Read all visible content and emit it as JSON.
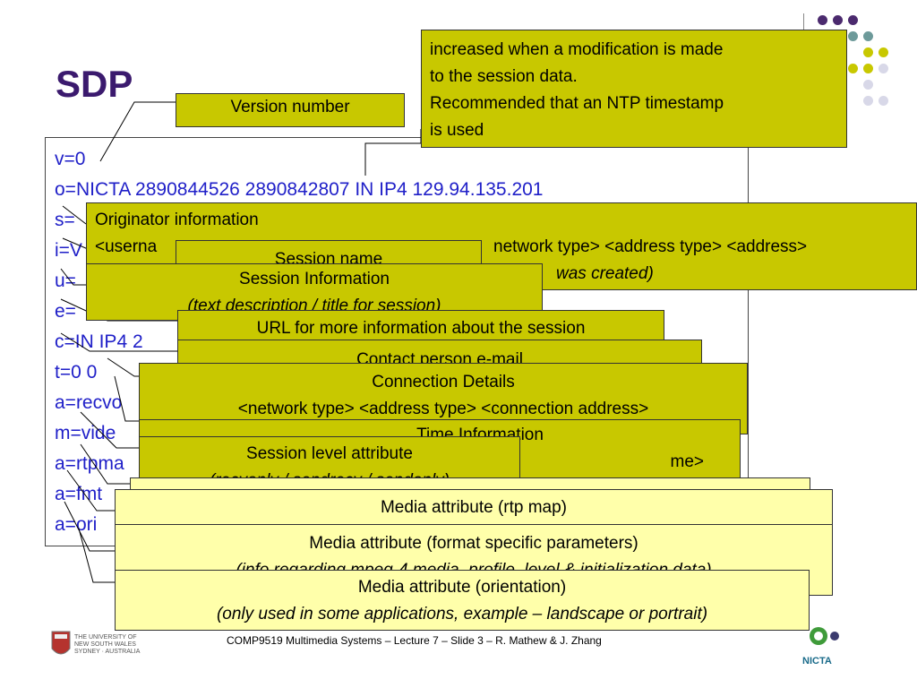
{
  "slide": {
    "title": "SDP",
    "footer": "COMP9519 Multimedia Systems – Lecture 7 – Slide 3 – R. Mathew & J. Zhang",
    "logos": {
      "unsw_text": "THE UNIVERSITY OF NEW SOUTH WALES SYDNEY · AUSTRALIA",
      "nicta_text": "NICTA"
    }
  },
  "sdp_lines": [
    "v=0",
    "o=NICTA 2890844526 2890842807 IN IP4 129.94.135.201",
    "s=",
    "i=V",
    "u=",
    "e=",
    "c=IN IP4 2",
    "t=0 0",
    "a=recvo",
    "m=vide",
    "a=rtpma",
    "a=fmt",
    "a=ori"
  ],
  "callouts": {
    "version": "Version number",
    "timestamp": [
      "increased when a modification is made",
      "to the session data.",
      "Recommended that an NTP timestamp",
      "is used"
    ],
    "originator_title": "Originator information",
    "originator_line": "<userna",
    "originator_line_right": "network type> <address type> <address>",
    "originator_line2_right": "was created)",
    "session_name": "Session name",
    "session_info_title": "Session Information",
    "session_info_sub": "(text description / title for session)",
    "url": "URL for more information about the session",
    "contact": "Contact person e-mail",
    "connection_title": "Connection Details",
    "connection_sub": "<network type> <address type> <connection address>",
    "time_title": "Time Information",
    "time_sub": "me>",
    "session_attr_title": "Session level attribute",
    "session_attr_sub": "(recvonly / sendrecv / sendonly)",
    "media_rtpmap": "Media attribute (rtp map)",
    "media_fmtp_title": "Media attribute (format specific parameters)",
    "media_fmtp_sub": "(info regarding mpeg-4 media, profile, level & initialization data)",
    "media_orient_title": "Media attribute (orientation)",
    "media_orient_sub": "(only used in some applications, example – landscape or portrait)"
  },
  "colors": {
    "callout_yellow": "#c8c800",
    "callout_pale": "#ffffaa",
    "title_purple": "#3b1a6e",
    "sdp_text_blue": "#1f1fc8"
  }
}
